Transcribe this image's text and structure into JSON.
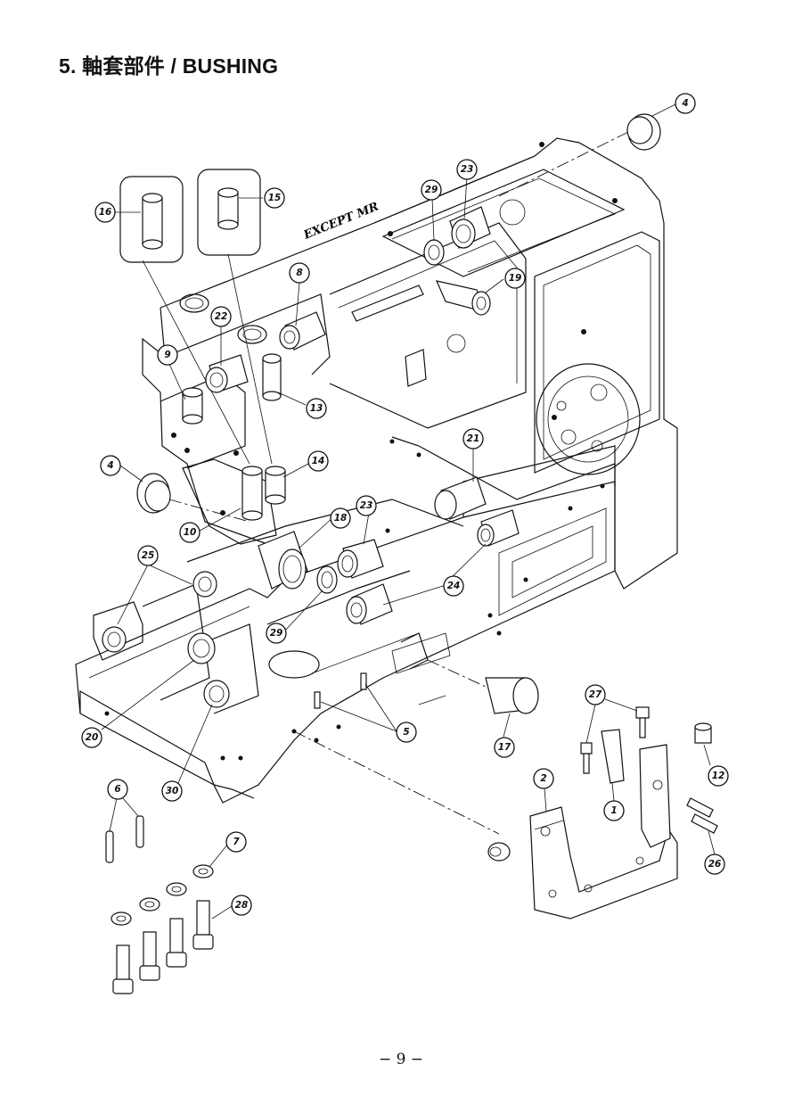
{
  "title": "5. 軸套部件 / BUSHING",
  "page_number": "− 9 −",
  "annotation": "EXCEPT MR",
  "callouts": [
    {
      "id": "c4a",
      "label": "4"
    },
    {
      "id": "c23a",
      "label": "23"
    },
    {
      "id": "c29a",
      "label": "29"
    },
    {
      "id": "c19",
      "label": "19"
    },
    {
      "id": "c16",
      "label": "16"
    },
    {
      "id": "c15",
      "label": "15"
    },
    {
      "id": "c8",
      "label": "8"
    },
    {
      "id": "c22",
      "label": "22"
    },
    {
      "id": "c9",
      "label": "9"
    },
    {
      "id": "c13",
      "label": "13"
    },
    {
      "id": "c14",
      "label": "14"
    },
    {
      "id": "c21",
      "label": "21"
    },
    {
      "id": "c4b",
      "label": "4"
    },
    {
      "id": "c10",
      "label": "10"
    },
    {
      "id": "c18",
      "label": "18"
    },
    {
      "id": "c23b",
      "label": "23"
    },
    {
      "id": "c25",
      "label": "25"
    },
    {
      "id": "c24",
      "label": "24"
    },
    {
      "id": "c29b",
      "label": "29"
    },
    {
      "id": "c5",
      "label": "5"
    },
    {
      "id": "c20",
      "label": "20"
    },
    {
      "id": "c30",
      "label": "30"
    },
    {
      "id": "c17",
      "label": "17"
    },
    {
      "id": "c27",
      "label": "27"
    },
    {
      "id": "c12",
      "label": "12"
    },
    {
      "id": "c2",
      "label": "2"
    },
    {
      "id": "c1",
      "label": "1"
    },
    {
      "id": "c26",
      "label": "26"
    },
    {
      "id": "c6",
      "label": "6"
    },
    {
      "id": "c7",
      "label": "7"
    },
    {
      "id": "c28",
      "label": "28"
    }
  ]
}
